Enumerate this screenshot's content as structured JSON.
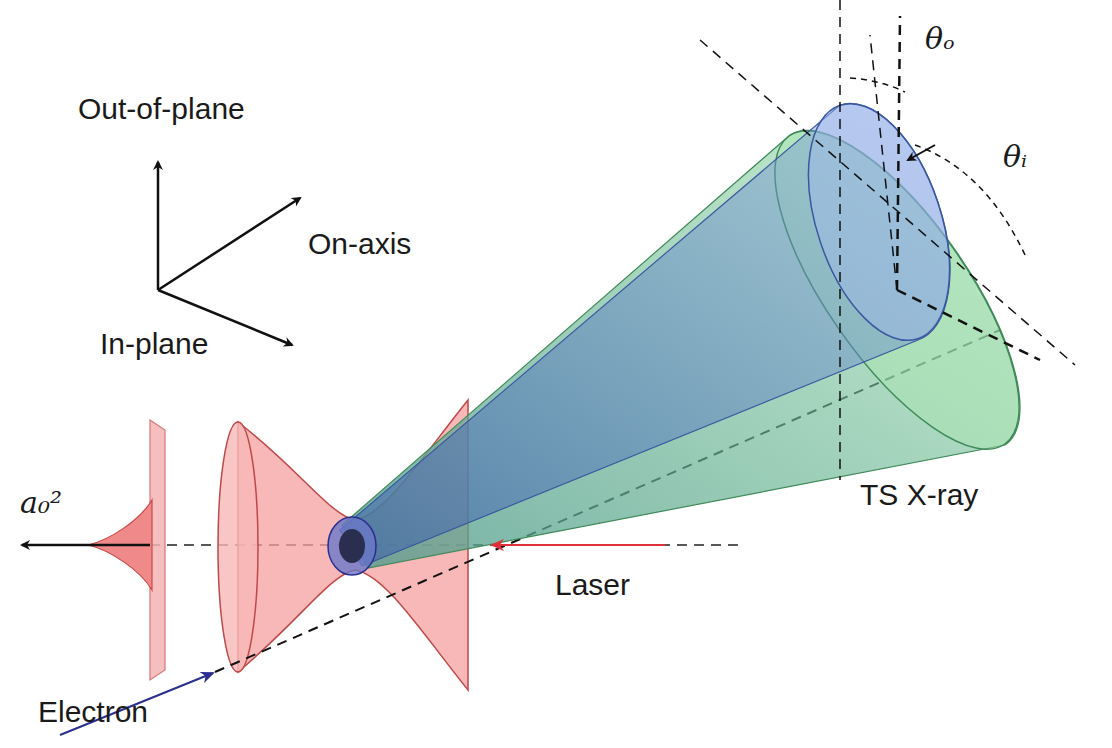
{
  "diagram": {
    "labels": [
      "Out-of-plane",
      "On-axis",
      "In-plane",
      "θₒ",
      "θᵢ",
      "TS X-ray",
      "a₀²",
      "Laser",
      "Electron"
    ]
  }
}
